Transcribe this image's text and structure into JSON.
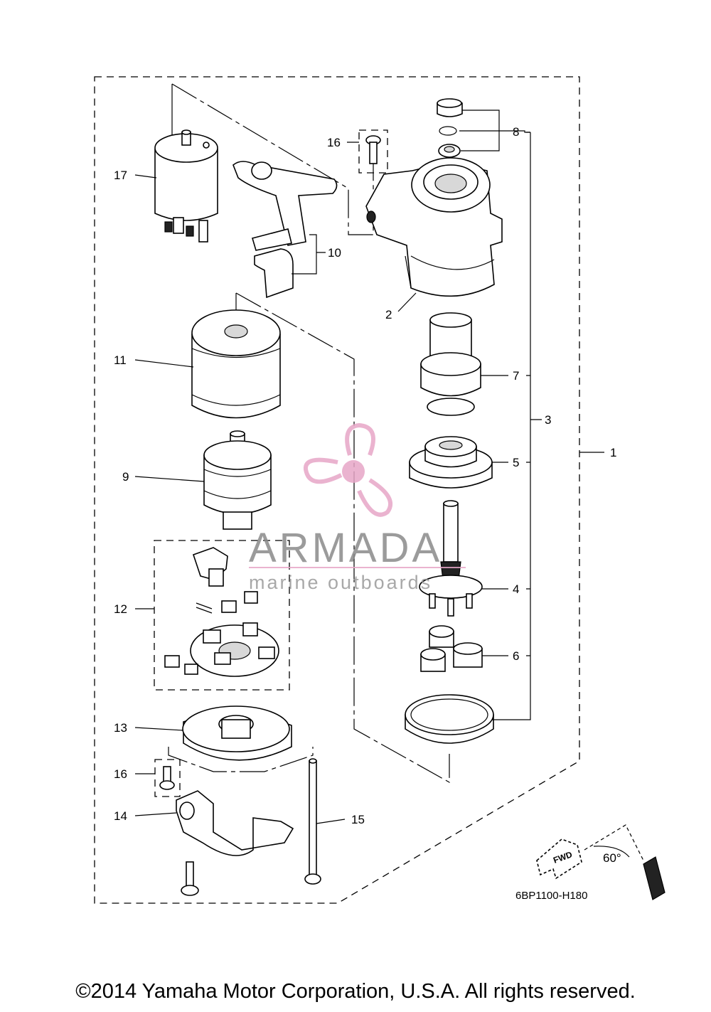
{
  "diagram": {
    "drawing_code": "6BP1100-H180",
    "angle_label": "60°",
    "fwd_label": "FWD",
    "callouts": [
      {
        "id": "c1",
        "text": "1"
      },
      {
        "id": "c2",
        "text": "2"
      },
      {
        "id": "c3",
        "text": "3"
      },
      {
        "id": "c4",
        "text": "4"
      },
      {
        "id": "c5",
        "text": "5"
      },
      {
        "id": "c6",
        "text": "6"
      },
      {
        "id": "c7",
        "text": "7"
      },
      {
        "id": "c8",
        "text": "8"
      },
      {
        "id": "c9",
        "text": "9"
      },
      {
        "id": "c10",
        "text": "10"
      },
      {
        "id": "c11",
        "text": "11"
      },
      {
        "id": "c12",
        "text": "12"
      },
      {
        "id": "c13",
        "text": "13"
      },
      {
        "id": "c14",
        "text": "14"
      },
      {
        "id": "c15",
        "text": "15"
      },
      {
        "id": "c16a",
        "text": "16"
      },
      {
        "id": "c16b",
        "text": "16"
      },
      {
        "id": "c17",
        "text": "17"
      }
    ]
  },
  "watermark": {
    "brand": "ARMADA",
    "subtitle": "marine outboards",
    "accent_color": "#e7a6c7"
  },
  "footer": {
    "copyright": "©2014 Yamaha Motor Corporation, U.S.A. All rights reserved."
  }
}
